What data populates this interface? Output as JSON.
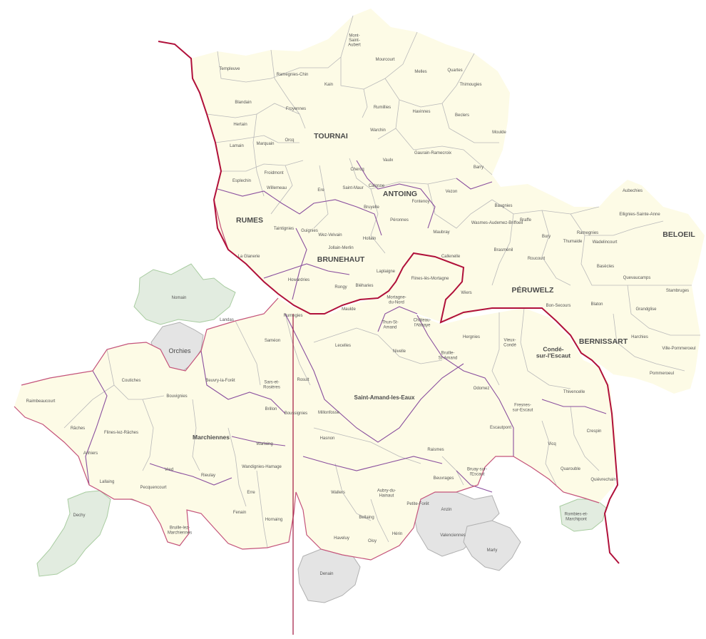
{
  "map": {
    "communes": {
      "mont_saint_aubert": "Mont-\nSaint-\nAubert",
      "templeuve": "Templeuve",
      "ramegnies_chin": "Ramegnies-Chin",
      "kain": "Kain",
      "mourcourt": "Mourcourt",
      "melles": "Melles",
      "quartes": "Quartes",
      "thimougies": "Thimougies",
      "blandain": "Blandain",
      "froyennes": "Froyennes",
      "rumillies": "Rumillies",
      "havinnes": "Havinnes",
      "beclers": "Beclers",
      "hertain": "Hertain",
      "marquain": "Marquain",
      "orcq": "Orcq",
      "warchin": "Warchin",
      "moulde": "Moulde",
      "lamain": "Lamain",
      "gaurain_ramecroix": "Gaurain-Ramecroix",
      "vaulx": "Vaulx",
      "froidmont": "Froidmont",
      "chercq": "Chercq",
      "barry": "Barry",
      "esplechin": "Esplechin",
      "willemeau": "Willemeau",
      "ere": "Ere",
      "saint_maur": "Saint-Maur",
      "calonne": "Calonne",
      "vezon": "Vezon",
      "fontenoy": "Fontenoy",
      "bruyelle": "Bruyelle",
      "aubechies": "Aubechies",
      "ellignies": "Ellignies-Sainte-Anne",
      "baugnies": "Baugnies",
      "taintignies": "Taintignies",
      "guignies": "Guignies",
      "wez_velvain": "Wez-Velvain",
      "hollain": "Hollain",
      "peronnes": "Péronnes",
      "maubray": "Maubray",
      "wasmes": "Wasmes-Audemez-Briffoeil",
      "braffe": "Braffe",
      "bury": "Bury",
      "ramegnies": "Ramegnies",
      "thumaide": "Thumaide",
      "wadelincourt": "Wadelincourt",
      "jollain_merlin": "Jollain-Merlin",
      "callenelle": "Callenelle",
      "brasmenil": "Brasménil",
      "la_glanerie": "La Glanerie",
      "roucourt": "Roucourt",
      "basecles": "Basècles",
      "laplaigne": "Laplaigne",
      "flines_les_mortagne": "Flines-lès-Mortagne",
      "quevaucamps": "Quevaucamps",
      "howardries": "Howardries",
      "rongy": "Rongy",
      "bleharies": "Bléharies",
      "wiers": "Wiers",
      "stambruges": "Stambruges",
      "nomain": "Nomain",
      "rumegies": "Rumegies",
      "maulde": "Maulde",
      "mortagne_du_nord": "Mortagne-\ndu-Nord",
      "bon_secours": "Bon-Secours",
      "blaton": "Blaton",
      "grandglise": "Grandglise",
      "thun_st_amand": "Thun-St-\nAmand",
      "chateau_l_abbaye": "Château-\nl'Abbaye",
      "landas": "Landas",
      "sameon": "Saméon",
      "lecelles": "Lecelles",
      "hergnies": "Hergnies",
      "vieux_conde": "Vieux-\nCondé",
      "harchies": "Harchies",
      "orchies": "Orchies",
      "nivelle": "Nivelle",
      "ville_pommeroeul": "Ville-Pommeroeul",
      "bruille_st_amand": "Bruille-\nSt-Amand",
      "coutiches": "Coutiches",
      "beuvry_la_foret": "Beuvry-la-Forêt",
      "pommeroeul": "Pommeroeul",
      "sars_et_rosieres": "Sars-et-\nRosières",
      "rosult": "Rosult",
      "raimbeaucourt": "Raimbeaucourt",
      "bouvignies": "Bouvignies",
      "odomez": "Odomez",
      "thivencelle": "Thivencelle",
      "brillon": "Brillon",
      "boussignies": "Boussignies",
      "millonfosse": "Millonfosse",
      "fresnes_sur_escaut": "Fresnes-\nsur-Escaut",
      "raches": "Râches",
      "flines_lez_raches": "Flines-lez-Râches",
      "escautpont": "Escautpont",
      "crespin": "Crespin",
      "hasnon": "Hasnon",
      "warlaing": "Warlaing",
      "anhiers": "Anhiers",
      "raismes": "Raismes",
      "vicq": "Vicq",
      "wandignies_hamage": "Wandignies-Hamage",
      "vred": "Vred",
      "rieulay": "Rieulay",
      "beuvrages": "Beuvrages",
      "bruay_sur_l_escaut": "Bruay-sur-\nl'Escaut",
      "quarouble": "Quarouble",
      "lallaing": "Lallaing",
      "pecquencourt": "Pecquencourt",
      "erre": "Erre",
      "wallers": "Wallers",
      "quievrechain": "Quiévrechain",
      "aubry_du_hainaut": "Aubry-du-\nHainaut",
      "petite_foret": "Petite-Forêt",
      "dechy": "Dechy",
      "fenain": "Fenain",
      "anzin": "Anzin",
      "rombies_et_marchipont": "Rombies-et-\nMarchipont",
      "hornaing": "Hornaing",
      "bellaing": "Bellaing",
      "bruille_lez_marchiennes": "Bruille-lez-\nMarchiennes",
      "valenciennes": "Valenciennes",
      "herin": "Hérin",
      "haveluy": "Haveluy",
      "oisy": "Oisy",
      "marly": "Marly",
      "denain": "Denain"
    },
    "major": {
      "tournai": "TOURNAI",
      "antoing": "ANTOING",
      "rumes": "RUMES",
      "brunehaut": "BRUNEHAUT",
      "beloeil": "BELOEIL",
      "peruwelz": "PÉRUWELZ",
      "bernissart": "BERNISSART",
      "orchies_big": "Orchies",
      "conde_sur_l_escaut": "Condé-\nsur-l'Escaut",
      "saint_amand_les_eaux": "Saint-Amand-les-Eaux",
      "marchiennes": "Marchiennes"
    },
    "colors": {
      "territory_fill": "#fdfbe6",
      "outside_fill": "#e4e4e4",
      "forest_fill": "#e2ece0",
      "national_border": "#b0103a",
      "intercommunal_border": "#8a4f9e",
      "commune_border": "#b9b9b9"
    }
  }
}
